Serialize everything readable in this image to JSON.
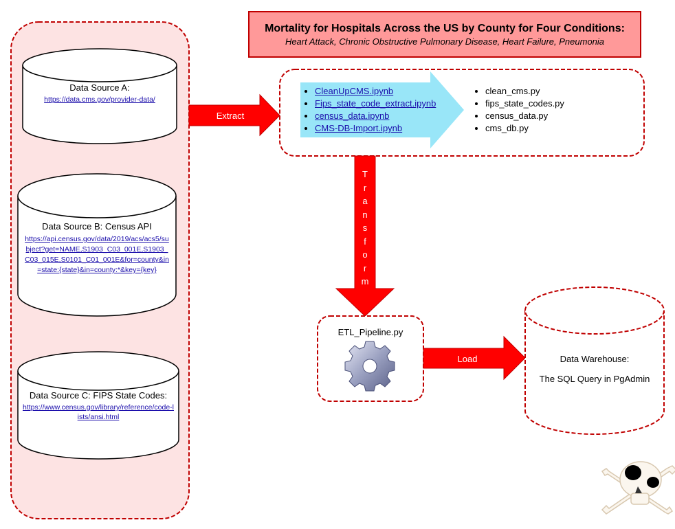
{
  "title": {
    "main": "Mortality for Hospitals Across the US by County for Four Conditions:",
    "subtitle": "Heart Attack, Chronic Obstructive Pulmonary Disease, Heart Failure, Pneumonia"
  },
  "sources": {
    "a": {
      "label": "Data Source A:",
      "url": "https://data.cms.gov/provider-data/"
    },
    "b": {
      "label": "Data Source B: Census API",
      "url": "https://api.census.gov/data/2019/acs/acs5/subject?get=NAME,S1903_C03_001E,S1903_C03_015E,S0101_C01_001E&for=county&in=state:{state}&in=county:*&key={key}"
    },
    "c": {
      "label": "Data Source C: FIPS State Codes:",
      "url": "https://www.census.gov/library/reference/code-lists/ansi.html"
    }
  },
  "extract": {
    "arrow_label": "Extract",
    "notebooks": [
      "CleanUpCMS.ipynb",
      "Fips_state_code_extract.ipynb",
      "census_data.ipynb",
      "CMS-DB-Import.ipynb"
    ],
    "scripts": [
      "clean_cms.py",
      "fips_state_codes.py",
      "census_data.py",
      "cms_db.py"
    ]
  },
  "transform": {
    "arrow_label": "Transform"
  },
  "pipeline": {
    "label": "ETL_Pipeline.py",
    "icon": "gear-icon"
  },
  "load": {
    "arrow_label": "Load"
  },
  "warehouse": {
    "label": "Data Warehouse:",
    "sublabel": "The SQL Query in PgAdmin"
  },
  "decoration": {
    "icon": "skull-crossbones-icon"
  },
  "colors": {
    "red": "#ff0000",
    "dark_red": "#c00000",
    "pink_fill": "#fde3e3",
    "title_fill": "#ff9999",
    "light_blue": "#99e6f8"
  }
}
